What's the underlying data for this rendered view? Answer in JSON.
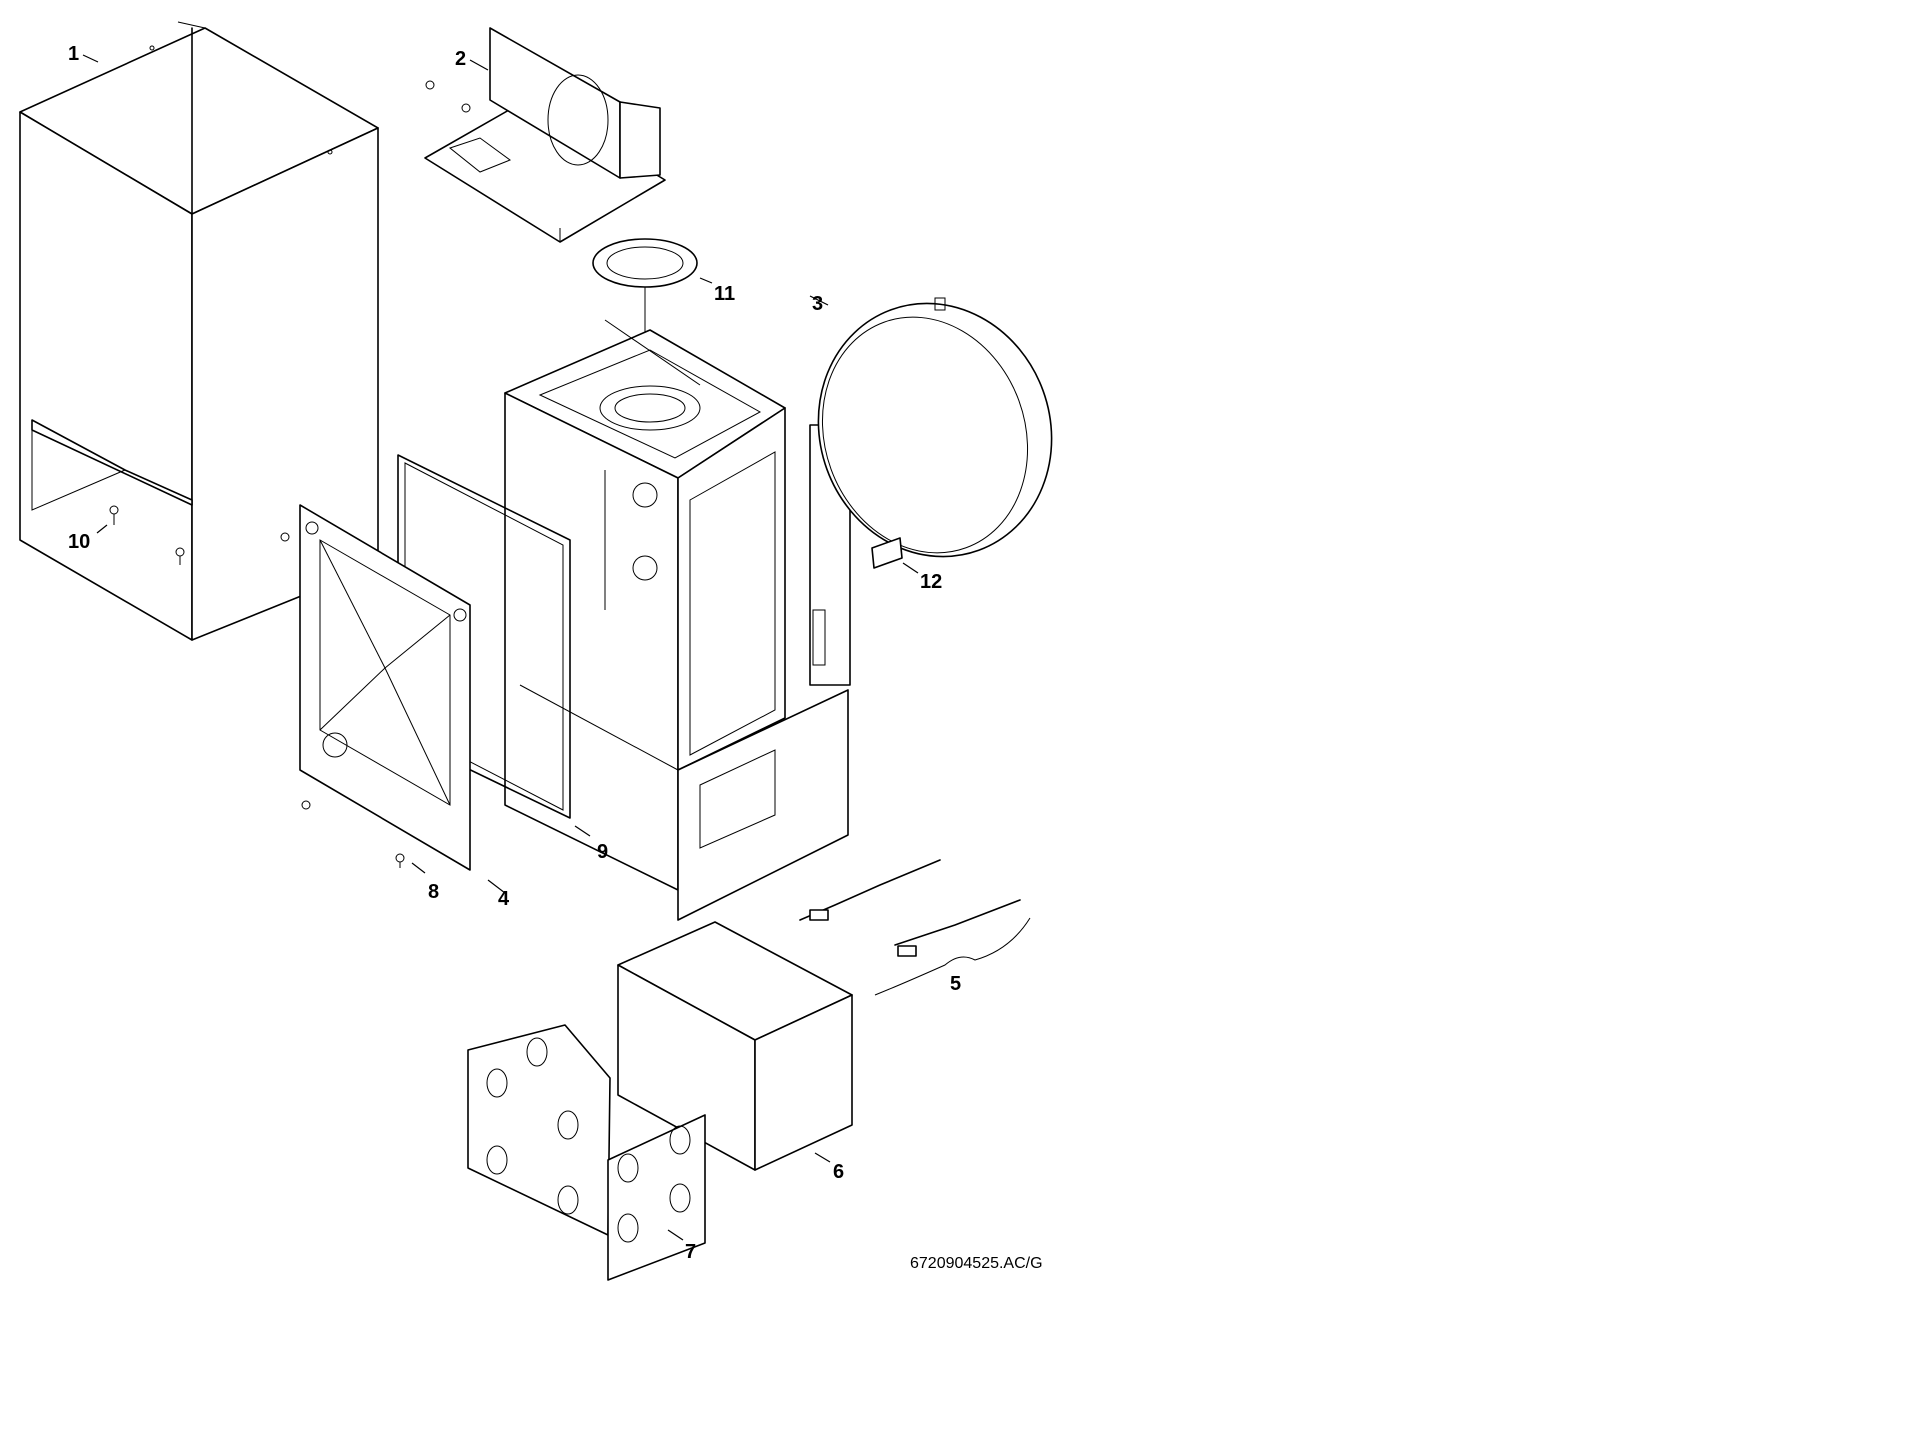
{
  "figure_reference": "6720904525.AC/G",
  "parts": [
    {
      "id": "1",
      "label": "1",
      "shape": "outer-casing"
    },
    {
      "id": "2",
      "label": "2",
      "shape": "top-bracket"
    },
    {
      "id": "3",
      "label": "3",
      "shape": "expansion-vessel"
    },
    {
      "id": "4",
      "label": "4",
      "shape": "front-cover-panel"
    },
    {
      "id": "5",
      "label": "5",
      "shape": "rod-and-clip-set"
    },
    {
      "id": "6",
      "label": "6",
      "shape": "insulation-box"
    },
    {
      "id": "7",
      "label": "7",
      "shape": "mounting-frame"
    },
    {
      "id": "8",
      "label": "8",
      "shape": "screw"
    },
    {
      "id": "9",
      "label": "9",
      "shape": "panel-seal"
    },
    {
      "id": "10",
      "label": "10",
      "shape": "screw"
    },
    {
      "id": "11",
      "label": "11",
      "shape": "flue-gasket"
    },
    {
      "id": "12",
      "label": "12",
      "shape": "small-pad"
    }
  ]
}
